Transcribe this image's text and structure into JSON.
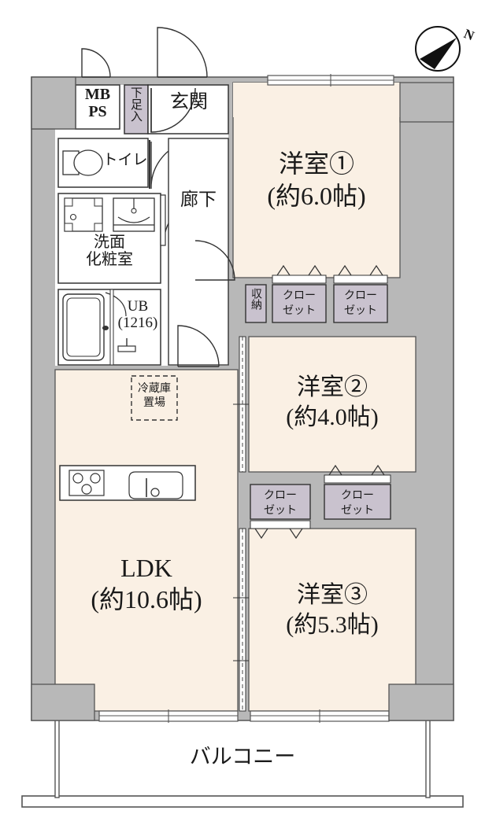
{
  "plan": {
    "type": "apartment-floor-plan",
    "title_language": "ja",
    "compass": {
      "name": "north-arrow",
      "letter": "N"
    },
    "colors": {
      "room_fill": "#faf0e4",
      "wall_gray": "#b8b8b8",
      "wall_outline": "#555555",
      "closet_fill": "#c9c2ce",
      "white_fill": "#ffffff",
      "text": "#1a1a1a",
      "balcony_fill": "#ffffff"
    },
    "rooms": [
      {
        "id": "yoshitsu1",
        "label_line1": "洋室①",
        "label_line2": "(約6.0帖)",
        "area_jo": 6.0
      },
      {
        "id": "yoshitsu2",
        "label_line1": "洋室②",
        "label_line2": "(約4.0帖)",
        "area_jo": 4.0
      },
      {
        "id": "yoshitsu3",
        "label_line1": "洋室③",
        "label_line2": "(約5.3帖)",
        "area_jo": 5.3
      },
      {
        "id": "ldk",
        "label_line1": "LDK",
        "label_line2": "(約10.6帖)",
        "area_jo": 10.6
      }
    ],
    "labels": {
      "mb_ps_line1": "MB",
      "mb_ps_line2": "PS",
      "getabako": "下足入",
      "genkan": "玄関",
      "toilet": "トイレ",
      "rouka": "廊下",
      "senmen_line1": "洗面",
      "senmen_line2": "化粧室",
      "ub_line1": "UB",
      "ub_line2": "(1216)",
      "reizouko_line1": "冷蔵庫",
      "reizouko_line2": "置場",
      "shuunou": "収納",
      "closet_line1": "クロー",
      "closet_line2": "ゼット",
      "balcony": "バルコニー"
    },
    "closets": [
      {
        "id": "closet-a",
        "line1": "クロー",
        "line2": "ゼット"
      },
      {
        "id": "closet-b",
        "line1": "クロー",
        "line2": "ゼット"
      },
      {
        "id": "closet-c",
        "line1": "クロー",
        "line2": "ゼット"
      },
      {
        "id": "closet-d",
        "line1": "クロー",
        "line2": "ゼット"
      }
    ],
    "fixtures": [
      {
        "name": "toilet-fixture"
      },
      {
        "name": "washbasin-fixture"
      },
      {
        "name": "washing-machine-space"
      },
      {
        "name": "bathtub-fixture"
      },
      {
        "name": "gas-stove-fixture"
      },
      {
        "name": "kitchen-sink-fixture"
      },
      {
        "name": "refrigerator-space"
      }
    ]
  }
}
